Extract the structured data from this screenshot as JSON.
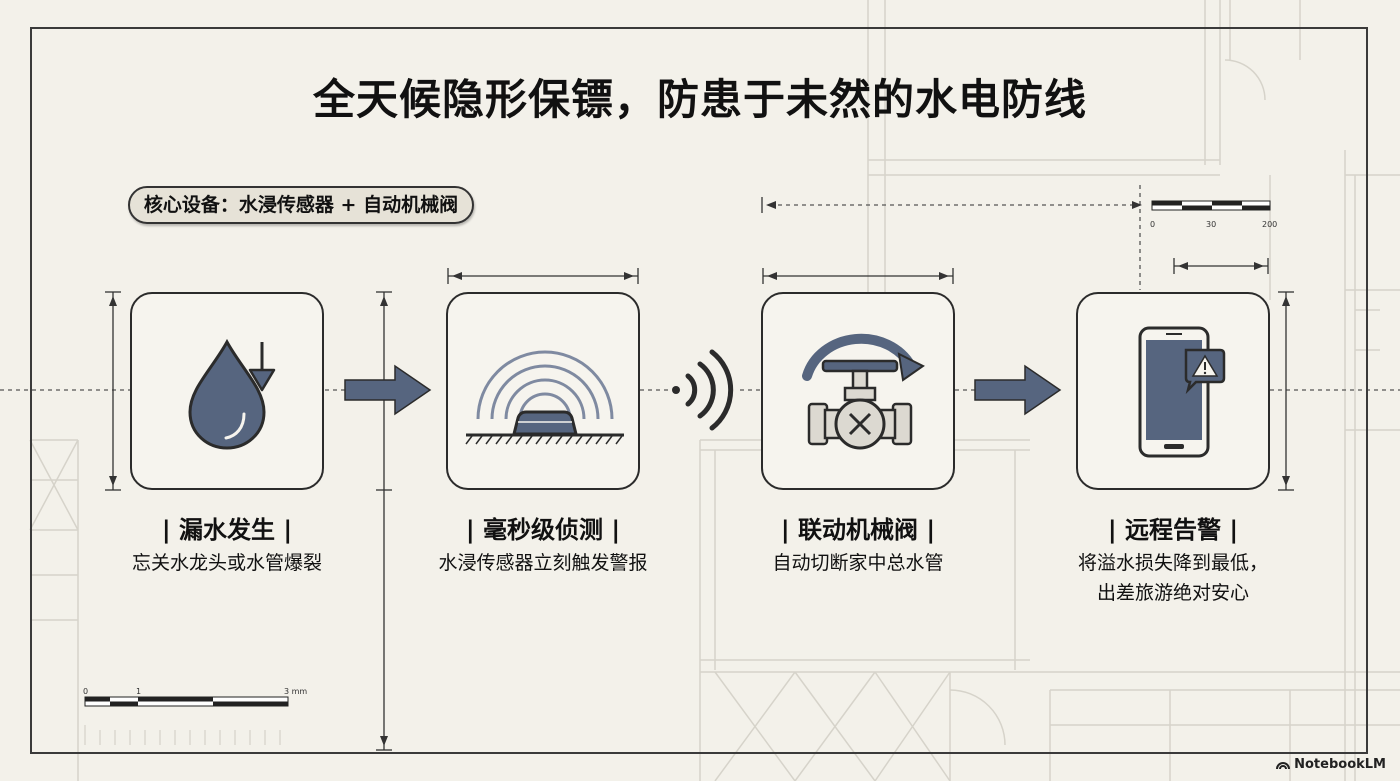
{
  "title": "全天候隐形保镖，防患于未然的水电防线",
  "badge": "核心设备：水浸传感器 + 自动机械阀",
  "steps": [
    {
      "title": "| 漏水发生 |",
      "desc": "忘关水龙头或水管爆裂",
      "icon": "water-drop-icon"
    },
    {
      "title": "| 毫秒级侦测 |",
      "desc": "水浸传感器立刻触发警报",
      "icon": "sensor-wave-icon"
    },
    {
      "title": "| 联动机械阀 |",
      "desc": "自动切断家中总水管",
      "icon": "valve-icon"
    },
    {
      "title": "| 远程告警 |",
      "desc": "将溢水损失降到最低，\n出差旅游绝对安心",
      "desc_lines": [
        "将溢水损失降到最低，",
        "出差旅游绝对安心"
      ],
      "icon": "phone-alert-icon"
    }
  ],
  "scale_top": {
    "labels": [
      "0",
      "30",
      "200"
    ]
  },
  "scale_bottom": {
    "labels": [
      "0",
      "1",
      "3 mm"
    ]
  },
  "logo": "NotebookLM",
  "colors": {
    "accent": "#56657f",
    "ink": "#2b2b2b",
    "paper": "#f3f1ea"
  }
}
